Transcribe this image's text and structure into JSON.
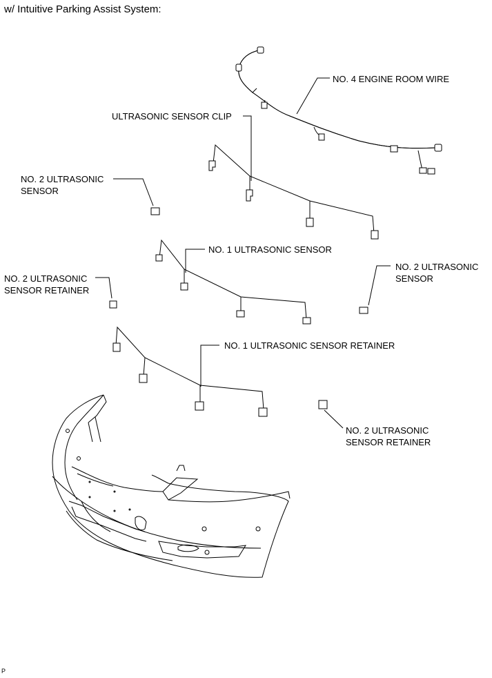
{
  "header": {
    "title": "w/ Intuitive Parking Assist System:"
  },
  "labels": {
    "engine_room_wire": "NO. 4 ENGINE ROOM WIRE",
    "sensor_clip": "ULTRASONIC SENSOR CLIP",
    "no2_sensor_left": "NO. 2 ULTRASONIC\nSENSOR",
    "no1_sensor": "NO. 1 ULTRASONIC SENSOR",
    "no2_sensor_right": "NO. 2 ULTRASONIC\nSENSOR",
    "no2_retainer_left": "NO. 2 ULTRASONIC\nSENSOR RETAINER",
    "no1_retainer": "NO. 1 ULTRASONIC SENSOR RETAINER",
    "no2_retainer_right": "NO. 2 ULTRASONIC\nSENSOR RETAINER"
  },
  "footer": {
    "code": "P"
  }
}
